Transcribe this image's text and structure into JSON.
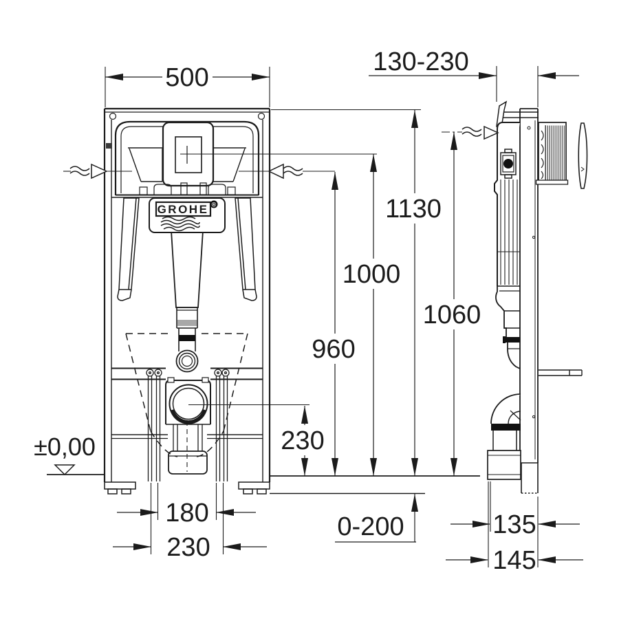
{
  "drawing": {
    "brand": "GROHE",
    "registered_mark": "®",
    "datum_label": "±0,00",
    "dims": {
      "frame_width": "500",
      "wall_offset_range": "130-230",
      "frame_height": "1130",
      "flush_plate_center_height": "1000",
      "water_inlet_height": "960",
      "side_water_inlet_height": "1060",
      "outlet_center_height": "230",
      "bolt_spacing_narrow": "180",
      "bolt_spacing_wide": "230",
      "floor_buildup_range": "0-200",
      "outlet_to_wall": "135",
      "outlet_to_wall_max": "145"
    },
    "colors": {
      "line": "#1b1b1b",
      "background": "#ffffff",
      "band_gray": "#a8a8a8"
    }
  }
}
